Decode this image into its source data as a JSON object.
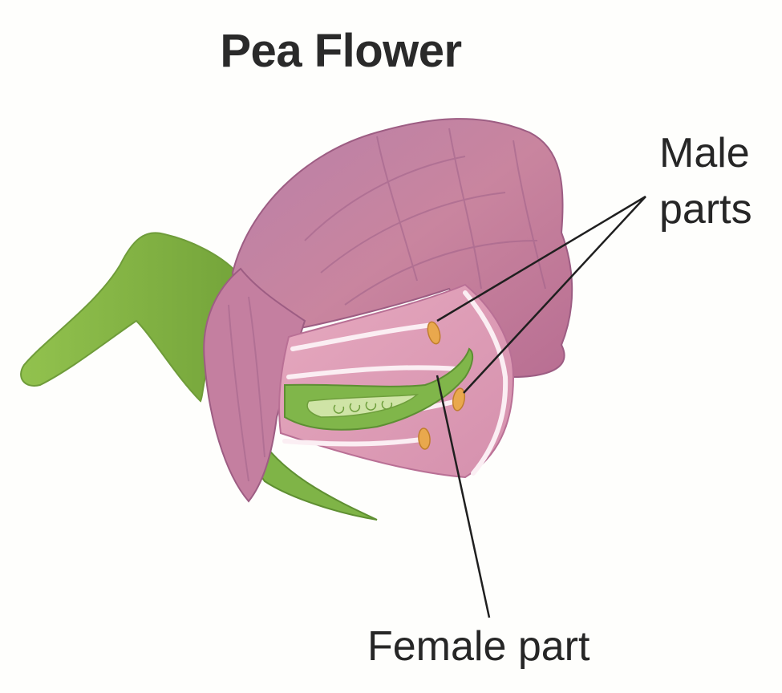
{
  "title": "Pea Flower",
  "labels": {
    "male_line1": "Male",
    "male_line2": "parts",
    "female": "Female part"
  },
  "colors": {
    "petal": "#c87fa3",
    "petal_dark": "#a8658a",
    "petal_light": "#e2b3c8",
    "stem": "#8cbc4a",
    "stem_dark": "#6e9e36",
    "pistil": "#7fb84a",
    "anther": "#e8a64a",
    "line": "#222222"
  }
}
